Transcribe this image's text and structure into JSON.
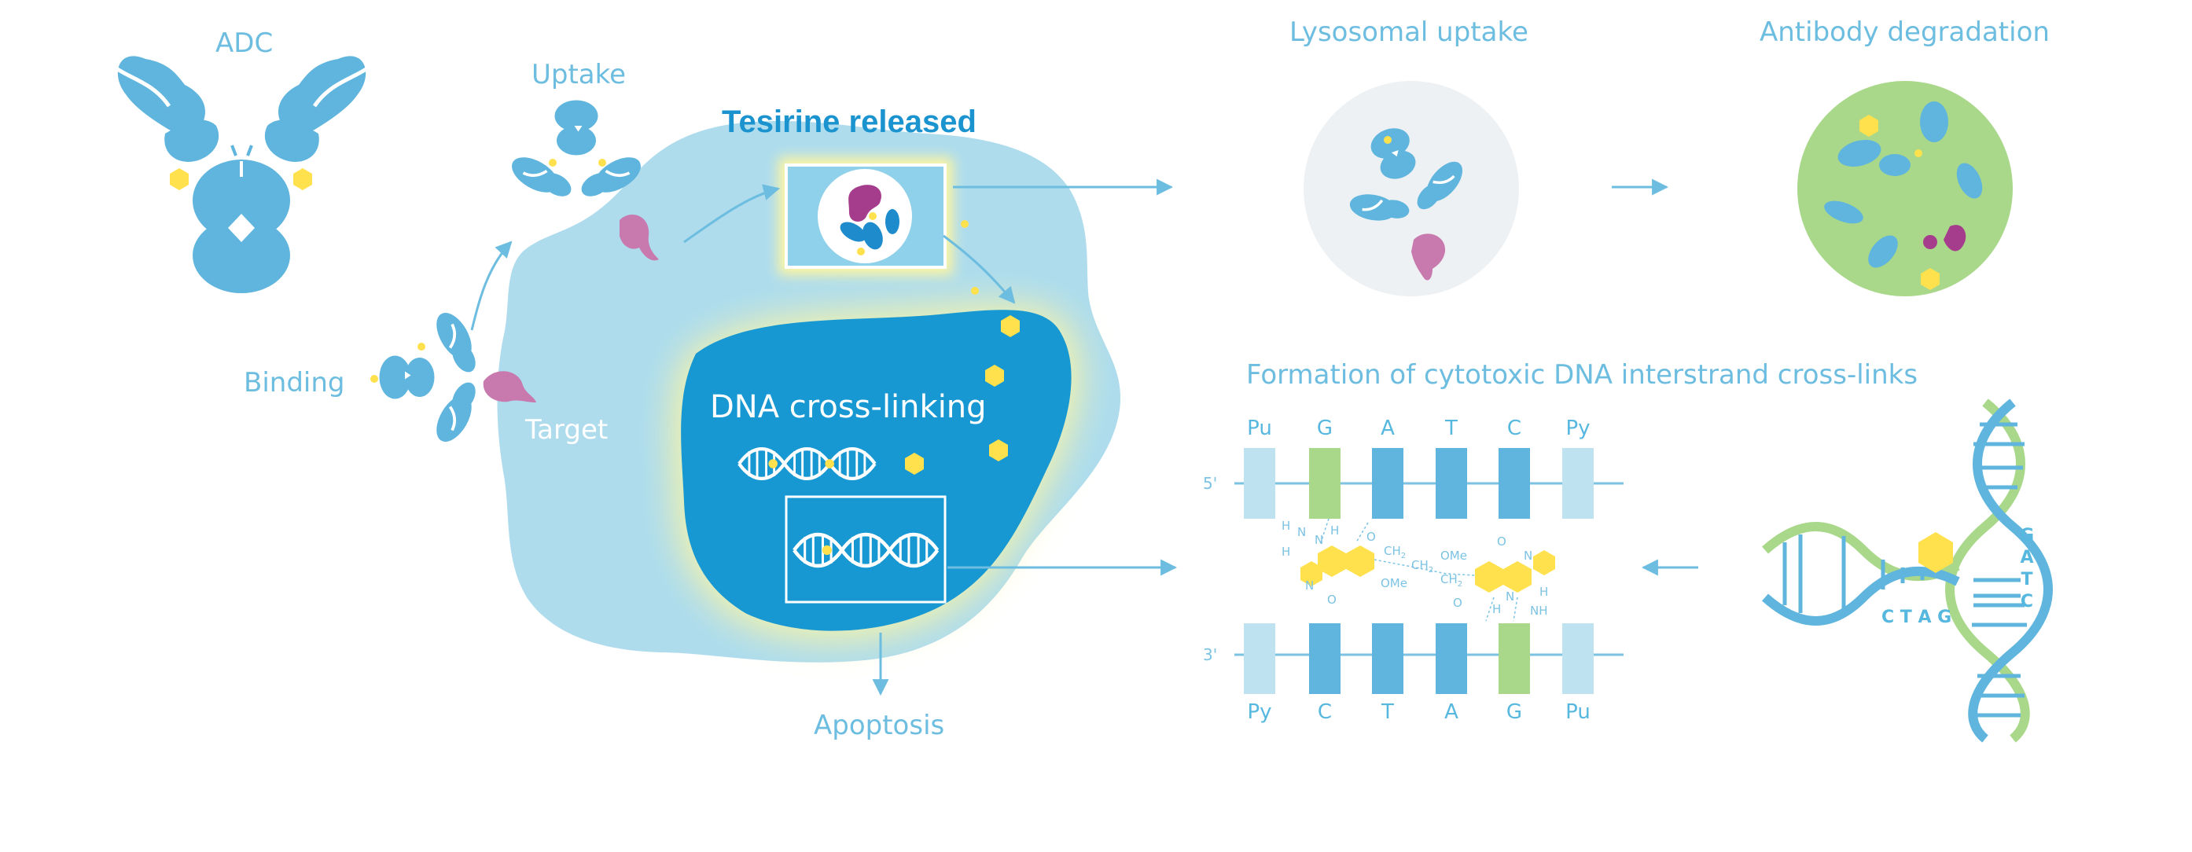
{
  "colors": {
    "antibody": "#5fb5dd",
    "target": "#c879ad",
    "payload": "#ffe14d",
    "cell": "#aedced",
    "nucleus": "#1798d2",
    "degradation_circle": "#a9d88a",
    "lysosome_circle": "#eef1f3",
    "label": "#6cbde0",
    "title_dark": "#1a93cf",
    "guanine": "#a9d88a"
  },
  "labels": {
    "adc": "ADC",
    "uptake": "Uptake",
    "binding": "Binding",
    "target": "Target",
    "tesirine_released": "Tesirine released",
    "dna_crosslinking": "DNA cross-linking",
    "apoptosis": "Apoptosis",
    "lysosomal_uptake": "Lysosomal uptake",
    "antibody_degradation": "Antibody degradation",
    "formation_title": "Formation of cytotoxic DNA interstrand cross-links"
  },
  "dna_crosslink": {
    "top_strand": [
      "Pu",
      "G",
      "A",
      "T",
      "C",
      "Py"
    ],
    "bottom_strand": [
      "Py",
      "C",
      "T",
      "A",
      "G",
      "Pu"
    ],
    "five_prime": "5'",
    "three_prime": "3'",
    "chem": {
      "h_left_1": "H",
      "n_left_1": "N",
      "h_left_2": "H",
      "n_left_2": "N",
      "h_left_3": "H",
      "n_left_3": "N",
      "o_left_1": "O",
      "o_left_2": "O",
      "ome_left": "OMe",
      "ch2_1": "CH",
      "ch2_2": "CH",
      "ch2_3": "CH",
      "sub2": "2",
      "ome_right": "OMe",
      "o_right_1": "O",
      "o_right_2": "O",
      "n_right_1": "N",
      "n_right_2": "N",
      "h_right_1": "H",
      "h_right_2": "H",
      "nh": "NH"
    }
  },
  "helix_letters": {
    "vertical": [
      "G",
      "A",
      "T",
      "C"
    ],
    "horizontal": "C T A G"
  }
}
